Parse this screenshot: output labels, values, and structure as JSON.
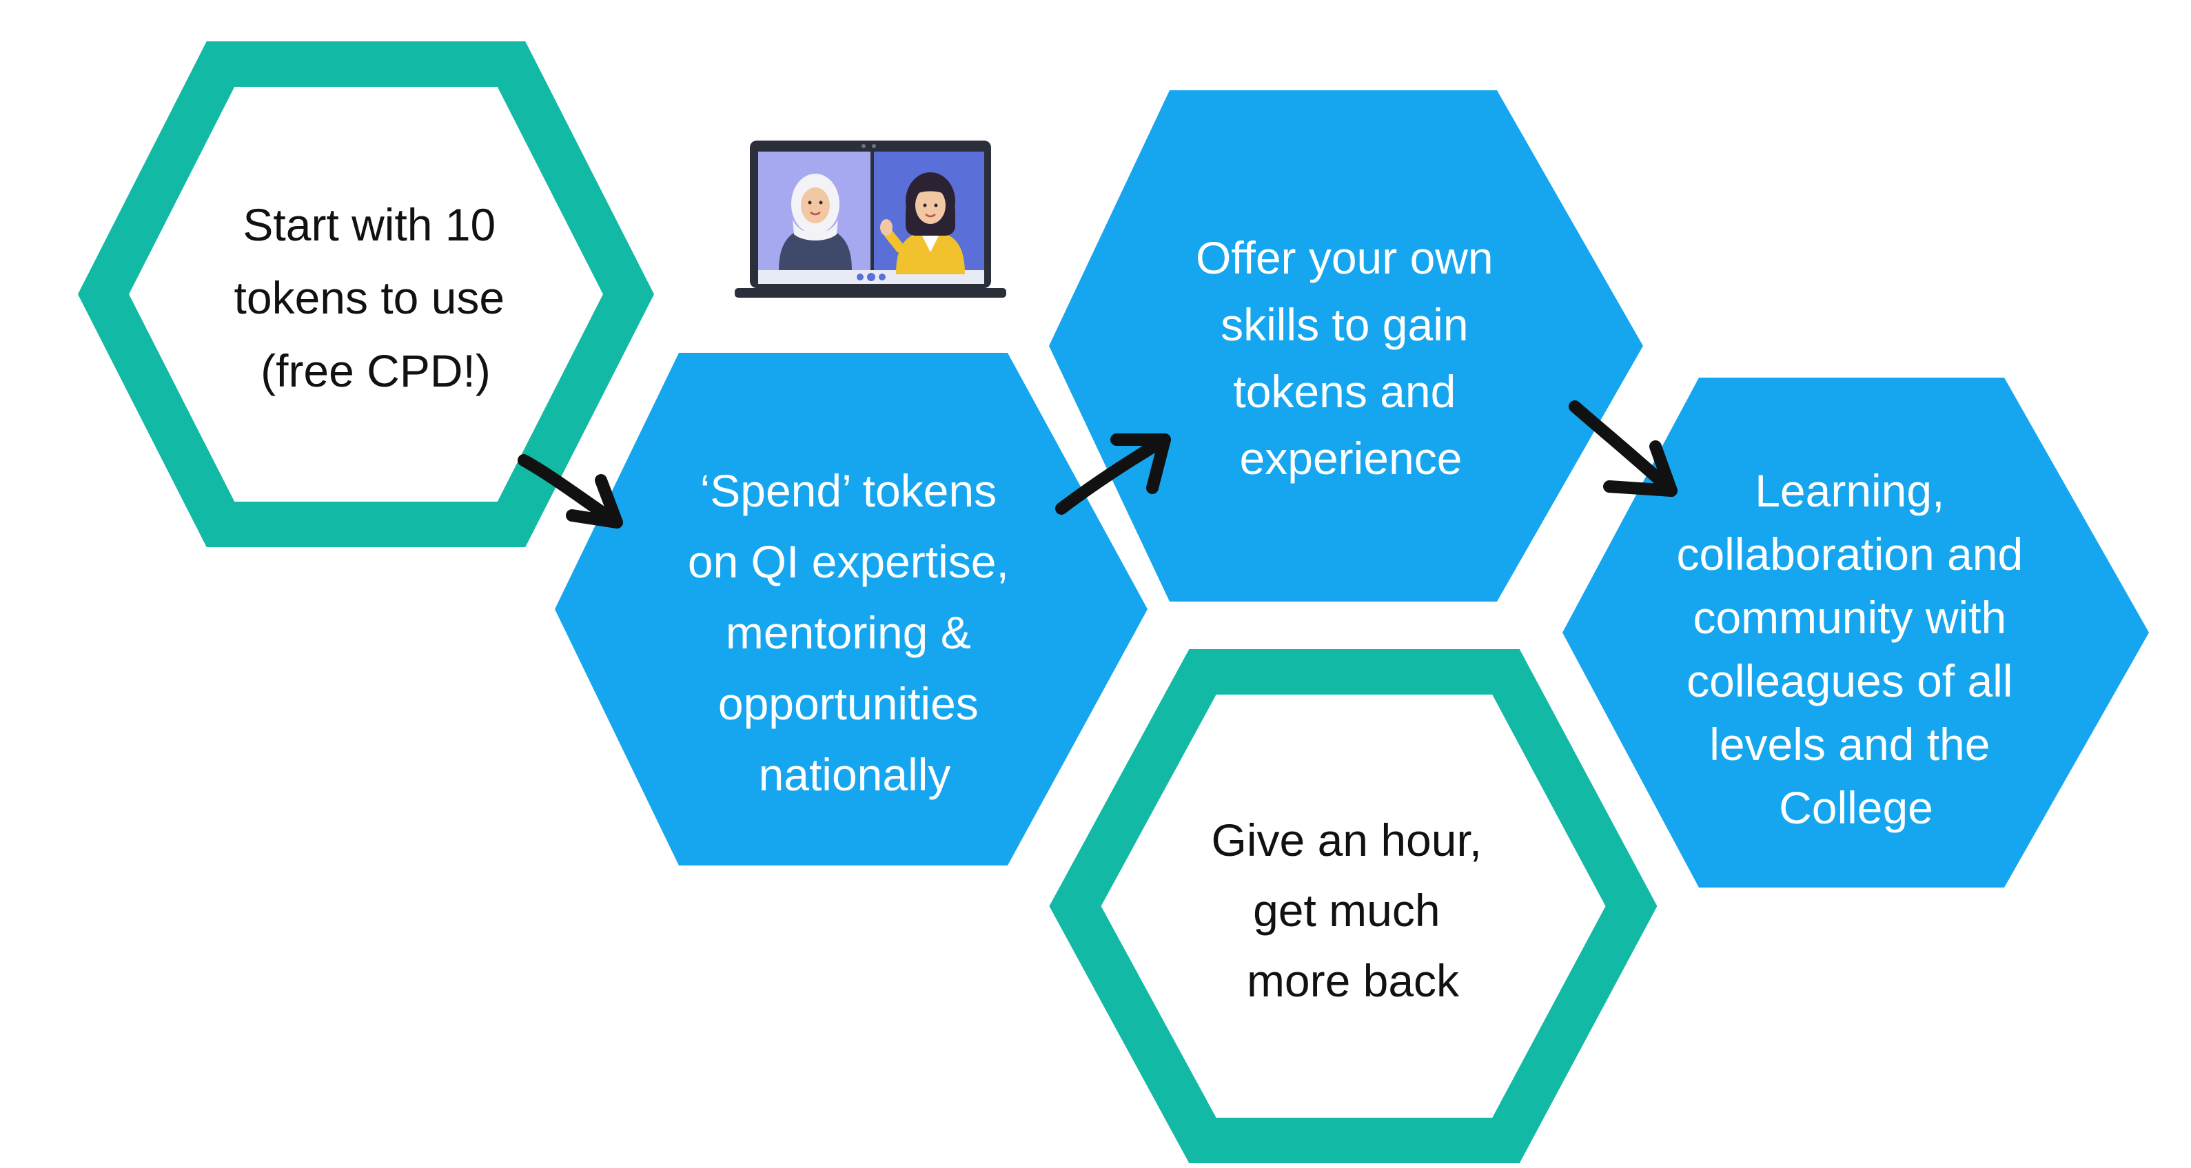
{
  "colors": {
    "teal": "#12b9a5",
    "blue": "#16a6ef",
    "dark_text": "#111111",
    "light_text": "#ffffff",
    "arrow": "#111111",
    "laptop_frame": "#2b2f3a",
    "laptop_screen_left": "#a7a9f0",
    "laptop_screen_right": "#5b6fd8"
  },
  "hexagons": [
    {
      "id": "start",
      "style": "teal-outline",
      "lines": [
        "Start with 10",
        "tokens to use",
        "(free CPD!)"
      ]
    },
    {
      "id": "spend",
      "style": "blue-filled",
      "lines": [
        "‘Spend’ tokens",
        "on QI expertise,",
        "mentoring &",
        "opportunities",
        "nationally"
      ]
    },
    {
      "id": "offer",
      "style": "blue-filled",
      "lines": [
        "Offer your own",
        "skills to gain",
        "tokens  and",
        "experience"
      ]
    },
    {
      "id": "give",
      "style": "teal-outline",
      "lines": [
        "Give an hour,",
        "get much",
        "more back"
      ]
    },
    {
      "id": "learning",
      "style": "blue-filled",
      "lines": [
        "Learning,",
        "collaboration and",
        "community with",
        "colleagues of all",
        "levels and the",
        "College"
      ]
    }
  ],
  "arrows": [
    {
      "from": "start",
      "to": "spend"
    },
    {
      "from": "spend",
      "to": "offer"
    },
    {
      "from": "offer",
      "to": "learning"
    }
  ],
  "illustration": {
    "icon": "laptop-video-call-icon"
  }
}
